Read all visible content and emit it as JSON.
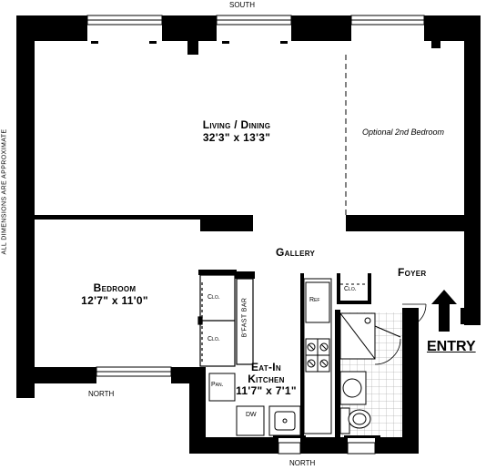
{
  "compass": {
    "top": "SOUTH",
    "bottom_left": "NORTH",
    "bottom_center": "NORTH"
  },
  "disclaimer": "ALL DIMENSIONS ARE APPROXIMATE",
  "rooms": {
    "living": {
      "name": "Living / Dining",
      "dims": "32'3\" x 13'3\""
    },
    "optional": {
      "name": "Optional 2nd Bedroom"
    },
    "gallery": {
      "name": "Gallery"
    },
    "foyer": {
      "name": "Foyer"
    },
    "bedroom": {
      "name": "Bedroom",
      "dims": "12'7\" x 11'0\""
    },
    "kitchen": {
      "name_line1": "Eat-In",
      "name_line2": "Kitchen",
      "dims": "11'7\" x 7'1\""
    }
  },
  "fixtures": {
    "clo1": "Clo.",
    "clo2": "Clo.",
    "clo3": "Clo.",
    "bfast": "B'FAST BAR",
    "ref": "Ref",
    "pan": "Pan.",
    "dw": "DW"
  },
  "entry_label": "ENTRY",
  "colors": {
    "wall": "#000000",
    "tile": "#bbbbbb"
  }
}
